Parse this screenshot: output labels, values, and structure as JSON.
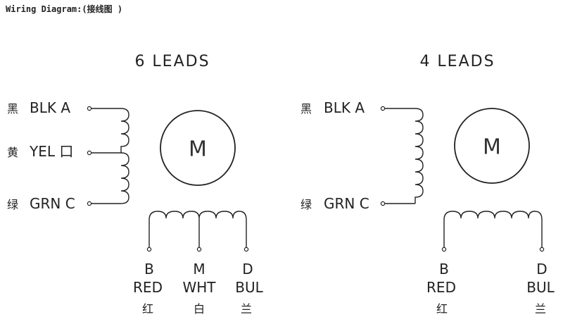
{
  "header": {
    "title": "Wiring Diagram:(接线图 )"
  },
  "diagrams": [
    {
      "id": "six",
      "title": "6 LEADS",
      "motor_label": "M",
      "left_leads": [
        {
          "cn": "黑",
          "label": "BLK A"
        },
        {
          "cn": "黄",
          "label": "YEL 口"
        },
        {
          "cn": "绿",
          "label": "GRN C"
        }
      ],
      "bottom_leads": [
        {
          "letter": "B",
          "color": "RED",
          "cn": "红"
        },
        {
          "letter": "M",
          "color": "WHT",
          "cn": "白"
        },
        {
          "letter": "D",
          "color": "BUL",
          "cn": "兰"
        }
      ]
    },
    {
      "id": "four",
      "title": "4 LEADS",
      "motor_label": "M",
      "left_leads": [
        {
          "cn": "黑",
          "label": "BLK A"
        },
        {
          "cn": "绿",
          "label": "GRN C"
        }
      ],
      "bottom_leads": [
        {
          "letter": "B",
          "color": "RED",
          "cn": "红"
        },
        {
          "letter": "D",
          "color": "BUL",
          "cn": "兰"
        }
      ]
    }
  ]
}
